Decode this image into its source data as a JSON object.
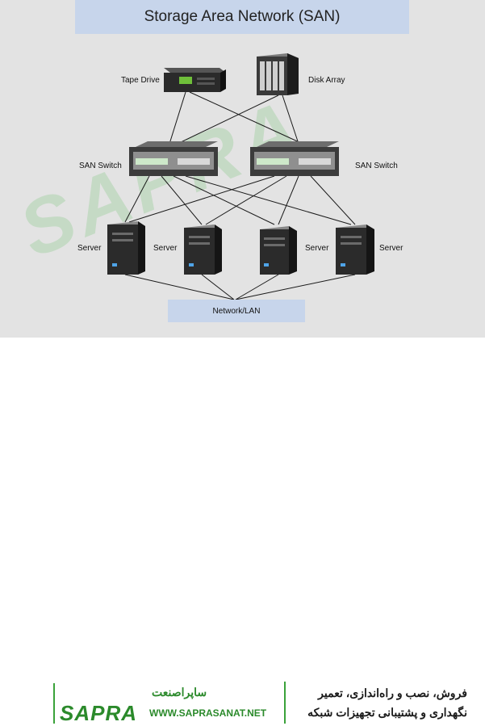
{
  "diagram": {
    "title": "Storage Area Network (SAN)",
    "labels": {
      "tape_drive": "Tape Drive",
      "disk_array": "Disk Array",
      "san_switch_left": "SAN Switch",
      "san_switch_right": "SAN Switch",
      "server_1": "Server",
      "server_2": "Server",
      "server_3": "Server",
      "server_4": "Server"
    },
    "network_label": "Network/LAN",
    "watermark": "SAPRA"
  },
  "footer": {
    "brand_persian": "ساپراصنعت",
    "brand_name": "SAPRA",
    "brand_url": "WWW.SAPRASANAT.NET",
    "slogan_line1": "فروش، نصب و راه‌اندازی، تعمیر",
    "slogan_line2": "نگهداری و پشتیبانی تجهیزات شبکه",
    "accent_color": "#2b8a2b"
  }
}
